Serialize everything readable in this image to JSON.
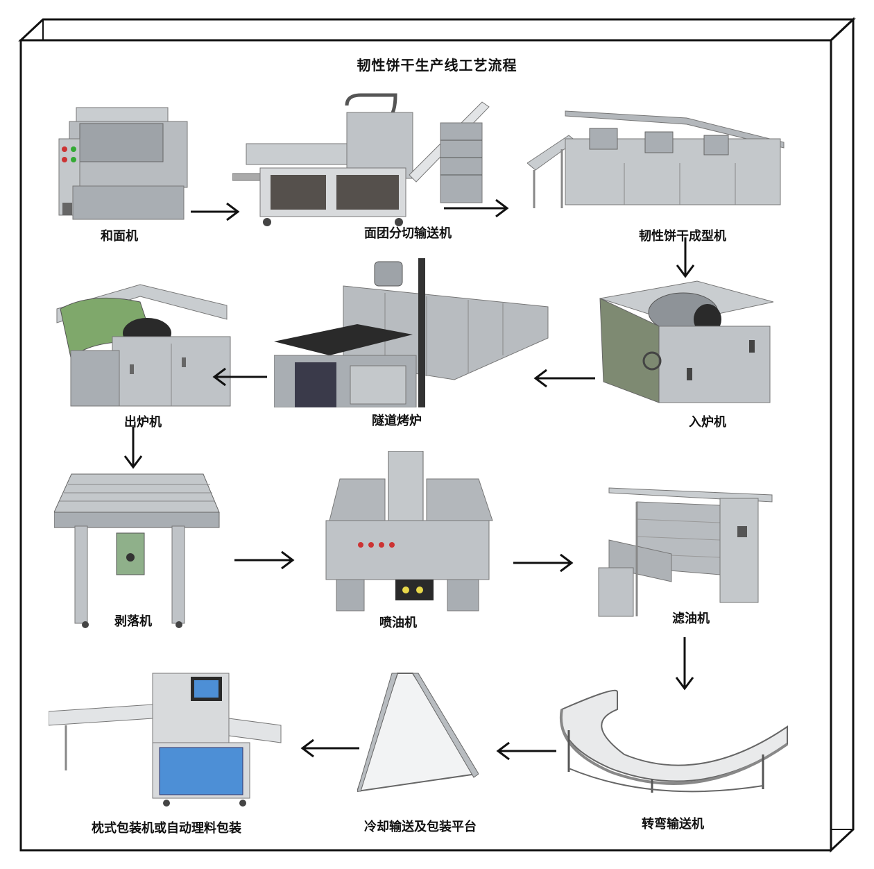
{
  "title": "韧性饼干生产线工艺流程",
  "steps": [
    {
      "label": "和面机",
      "icon": "dough-mixer-icon"
    },
    {
      "label": "面团分切输送机",
      "icon": "dough-cutting-conveyor-icon"
    },
    {
      "label": "韧性饼干成型机",
      "icon": "biscuit-forming-machine-icon"
    },
    {
      "label": "入炉机",
      "icon": "oven-feeder-icon"
    },
    {
      "label": "隧道烤炉",
      "icon": "tunnel-oven-icon"
    },
    {
      "label": "出炉机",
      "icon": "oven-discharge-machine-icon"
    },
    {
      "label": "剥落机",
      "icon": "stripping-machine-icon"
    },
    {
      "label": "喷油机",
      "icon": "oil-spraying-machine-icon"
    },
    {
      "label": "滤油机",
      "icon": "oil-filter-machine-icon"
    },
    {
      "label": "转弯输送机",
      "icon": "curved-conveyor-icon"
    },
    {
      "label": "冷却输送及包装平台",
      "icon": "cooling-conveyor-platform-icon"
    },
    {
      "label": "枕式包装机或自动理料包装",
      "icon": "pillow-packing-machine-icon"
    }
  ],
  "colors": {
    "frame": "#111111",
    "steel": "#b8bcc0",
    "steel_dark": "#7d8288",
    "panel_dark": "#55504c",
    "belt": "#2a2a2a",
    "blue_panel": "#4d8fd6",
    "green_guard": "#7fa86b"
  }
}
